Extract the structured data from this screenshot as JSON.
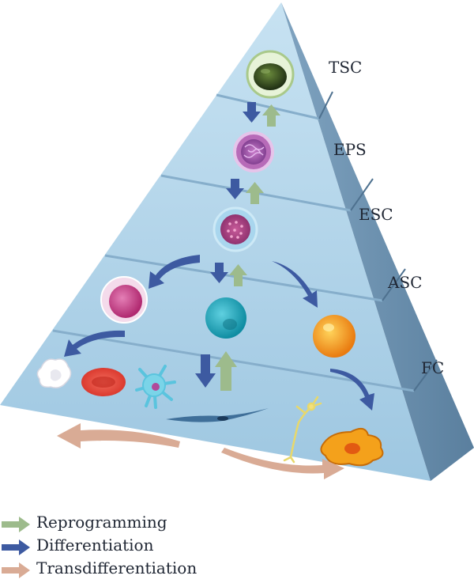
{
  "levels": [
    "TSC",
    "EPS",
    "ESC",
    "ASC",
    "FC"
  ],
  "legend": [
    {
      "label": "Reprogramming",
      "color": "#9dbb8c"
    },
    {
      "label": "Differentiation",
      "color": "#3d5aa1"
    },
    {
      "label": "Transdifferentiation",
      "color": "#d9ab95"
    }
  ],
  "colors": {
    "pyramid_front": "#a9cfe6",
    "pyramid_side": "#6a8fae",
    "band_line": "#86aecb",
    "reprogramming": "#9dbb8c",
    "differentiation": "#3d5aa1",
    "transdifferentiation": "#d9ab95"
  }
}
